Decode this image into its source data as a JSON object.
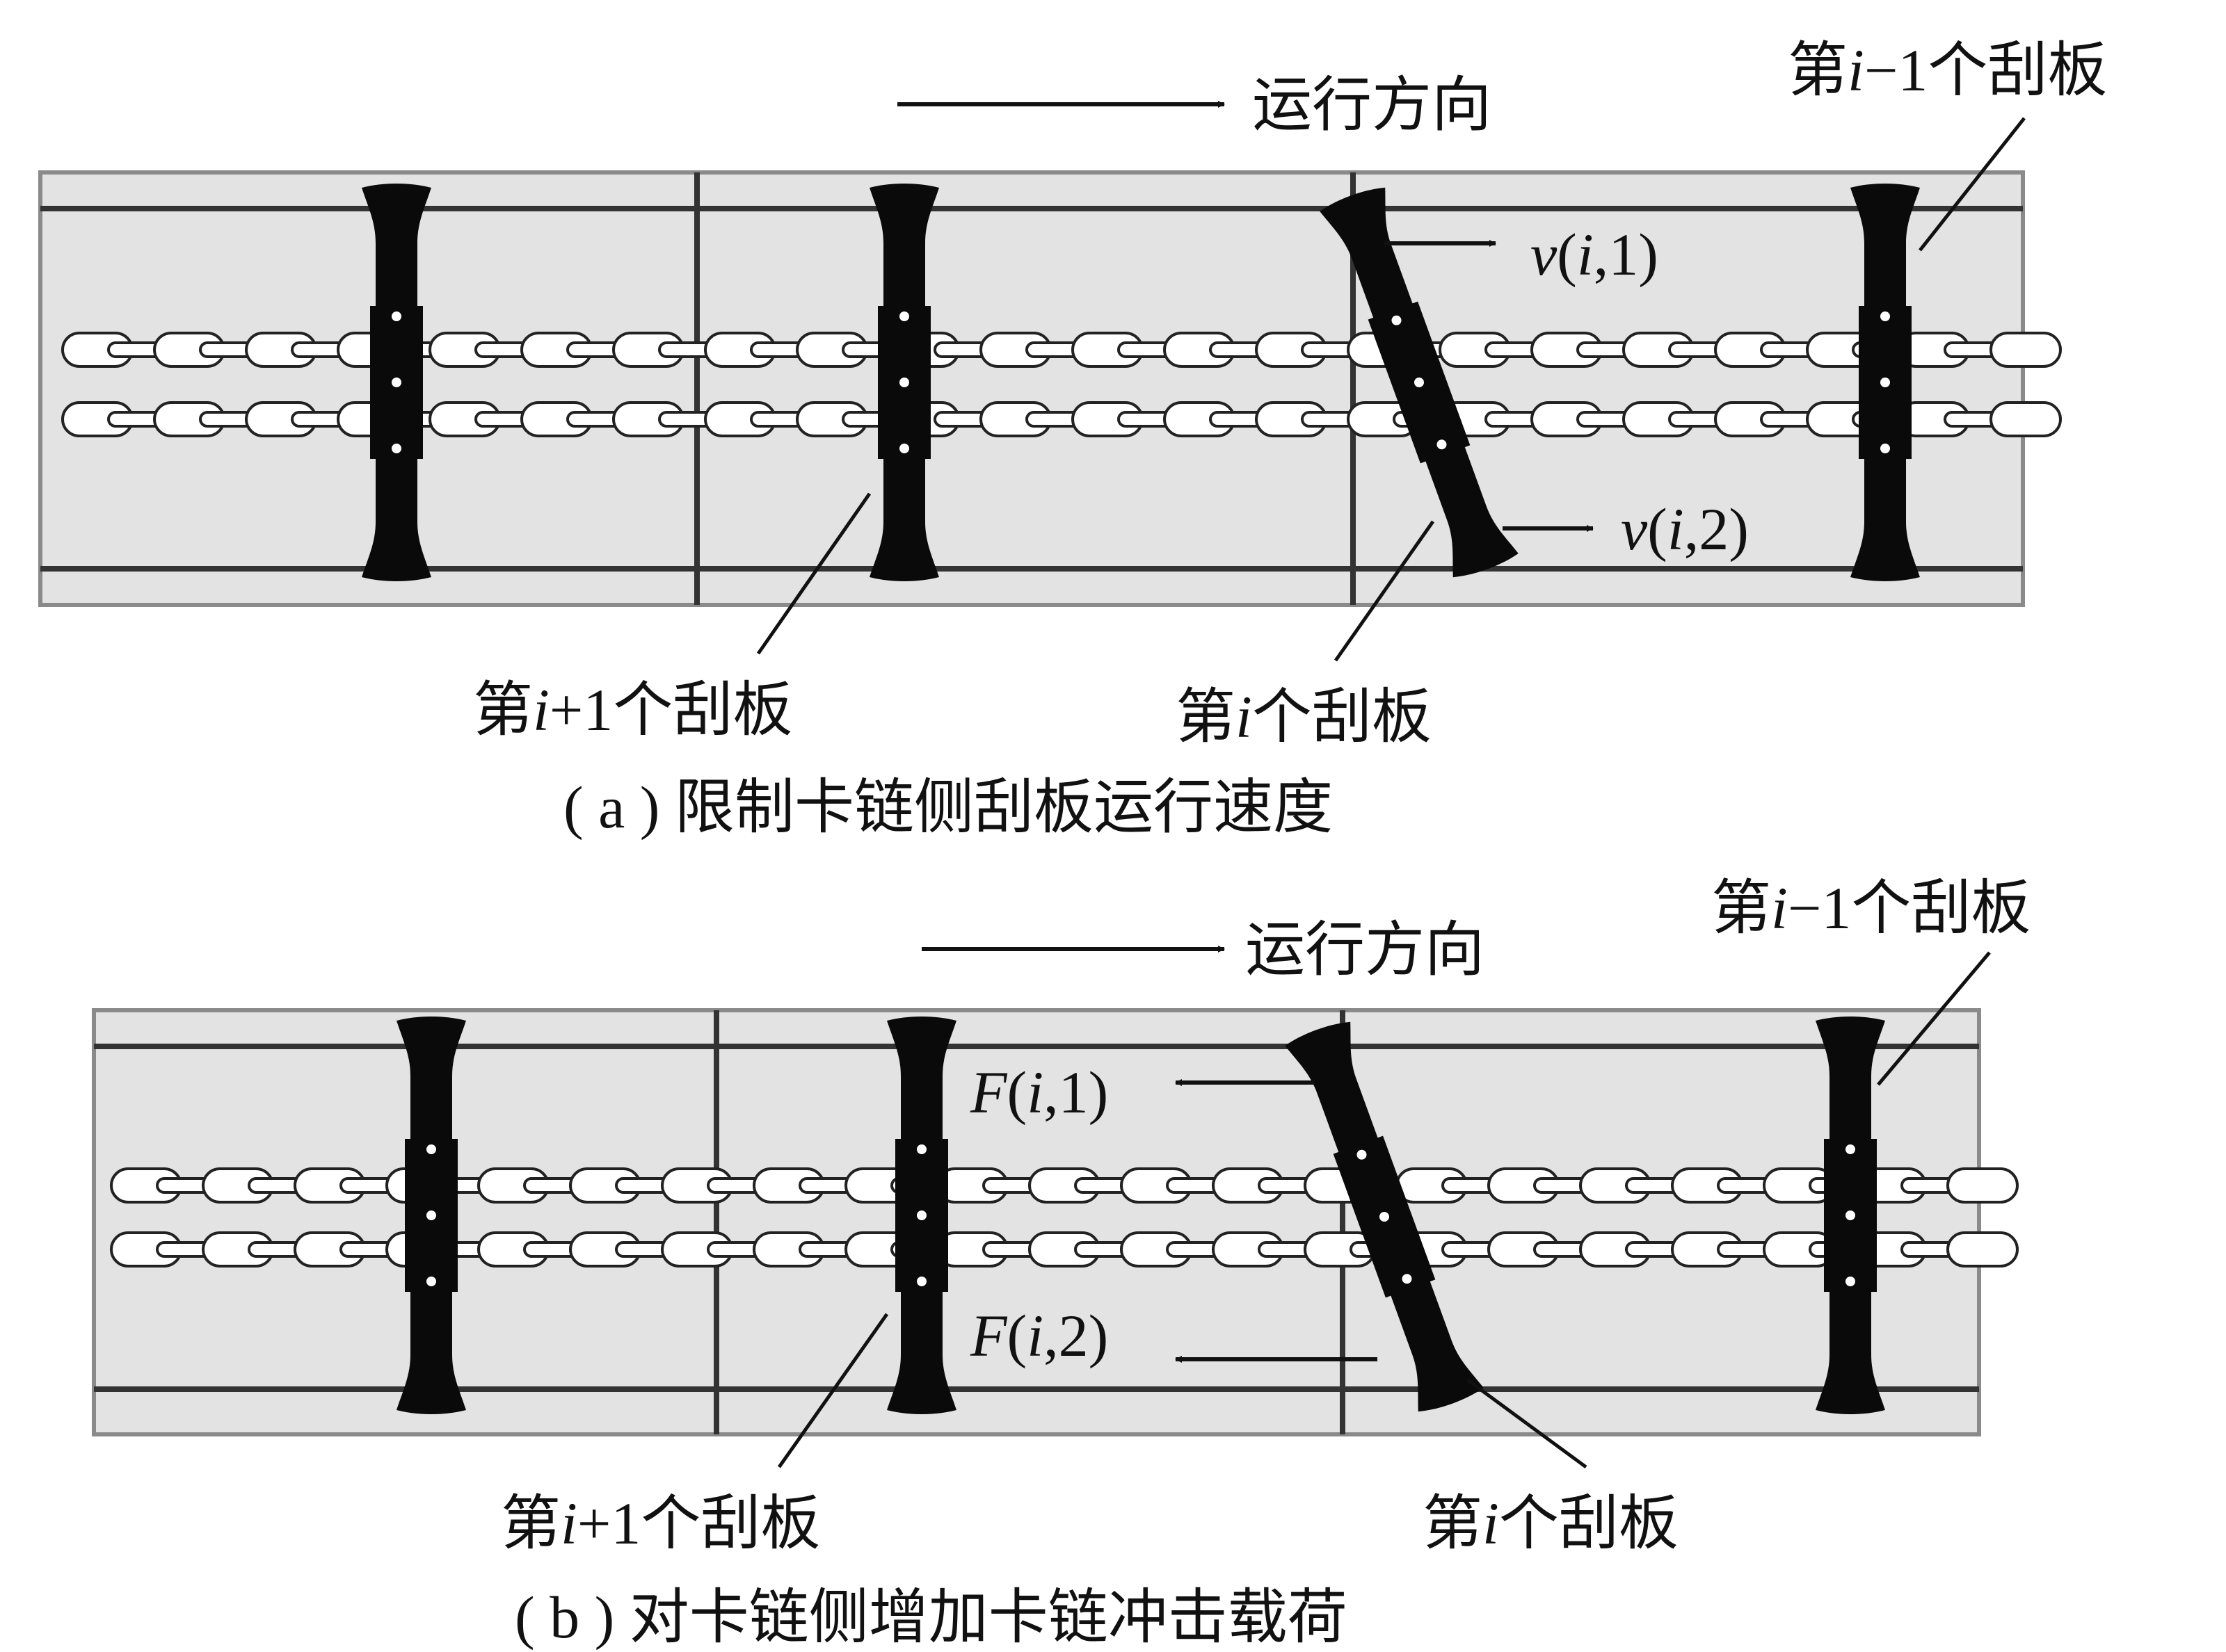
{
  "panels": [
    {
      "id": "a",
      "direction_label": "运行方向",
      "scraper_labels": {
        "prev": {
          "prefix": "第",
          "var": "i",
          "suffix": "−1个刮板"
        },
        "next": {
          "prefix": "第",
          "var": "i",
          "suffix": "+1个刮板"
        },
        "current": {
          "prefix": "第",
          "var": "i",
          "suffix": "个刮板"
        }
      },
      "force_labels": [
        {
          "sym": "v",
          "args": "i",
          "idx": ",1)"
        },
        {
          "sym": "v",
          "args": "i",
          "idx": ",2)"
        }
      ],
      "caption": "( a ) 限制卡链侧刮板运行速度"
    },
    {
      "id": "b",
      "direction_label": "运行方向",
      "scraper_labels": {
        "prev": {
          "prefix": "第",
          "var": "i",
          "suffix": "−1个刮板"
        },
        "next": {
          "prefix": "第",
          "var": "i",
          "suffix": "+1个刮板"
        },
        "current": {
          "prefix": "第",
          "var": "i",
          "suffix": "个刮板"
        }
      },
      "force_labels": [
        {
          "sym": "F",
          "args": "i",
          "idx": ",1)"
        },
        {
          "sym": "F",
          "args": "i",
          "idx": ",2)"
        }
      ],
      "caption": "( b ) 对卡链侧增加卡链冲击载荷"
    }
  ],
  "colors": {
    "trough_fill": "#e3e3e3",
    "trough_edge": "#8a8a8a",
    "rail": "#333333",
    "scraper": "#0a0a0a",
    "chain_link": "#ffffff",
    "chain_edge": "#222222",
    "text": "#111111"
  }
}
